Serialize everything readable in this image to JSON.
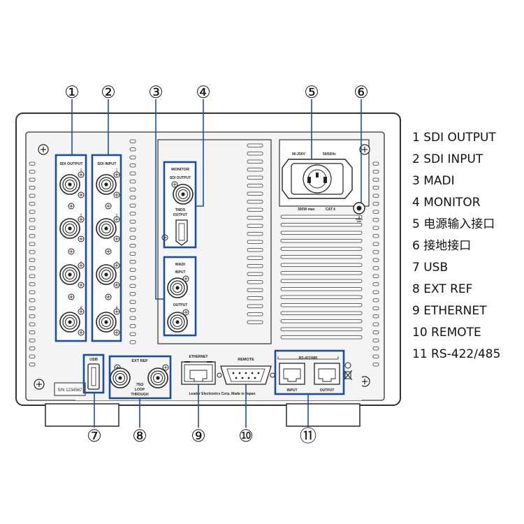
{
  "callouts": [
    {
      "number": "①"
    },
    {
      "number": "②"
    },
    {
      "number": "③"
    },
    {
      "number": "④"
    },
    {
      "number": "⑤"
    },
    {
      "number": "⑥"
    },
    {
      "number": "⑦"
    },
    {
      "number": "⑧"
    },
    {
      "number": "⑨"
    },
    {
      "number": "⑩"
    },
    {
      "number": "⑪"
    }
  ],
  "legend": [
    "1 SDI OUTPUT",
    "2 SDI INPUT",
    "3 MADI",
    "4 MONITOR",
    "5 电源输入接口",
    "6 接地接口",
    "7 USB",
    "8 EXT REF",
    "9 ETHERNET",
    "10 REMOTE",
    "11 RS-422/485"
  ],
  "panel_labels": {
    "sdi_output": "SDI OUTPUT",
    "sdi_input": "SDI INPUT",
    "ch1": "1",
    "ch2": "2",
    "ch3": "3",
    "ch4": "4",
    "monitor": "MONITOR",
    "monitor_sdi_output": "SDI OUTPUT",
    "tmds_output_1": "TMDS",
    "tmds_output_2": "OUTPUT",
    "madi": "MADI",
    "madi_input": "INPUT",
    "madi_output": "OUTPUT",
    "voltage": "90-250V",
    "frequency": "50/60Hz",
    "power_rating": "300W max",
    "category": "CAT Ⅱ",
    "usb": "USB",
    "serial": "S/N  1234567",
    "ext_ref": "EXT REF",
    "loop_1": "75Ω",
    "loop_2": "LOOP",
    "loop_3": "THROUGH",
    "ethernet": "ETHERNET",
    "remote": "REMOTE",
    "rs422": "RS-422/485",
    "rs_input": "INPUT",
    "rs_output": "OUTPUT",
    "maker": "Leader Electronics Corp.  Made in Japan"
  },
  "colors": {
    "highlight": "#1a4fa0",
    "chassis": "#333333",
    "panel": "#f4f4f4"
  }
}
